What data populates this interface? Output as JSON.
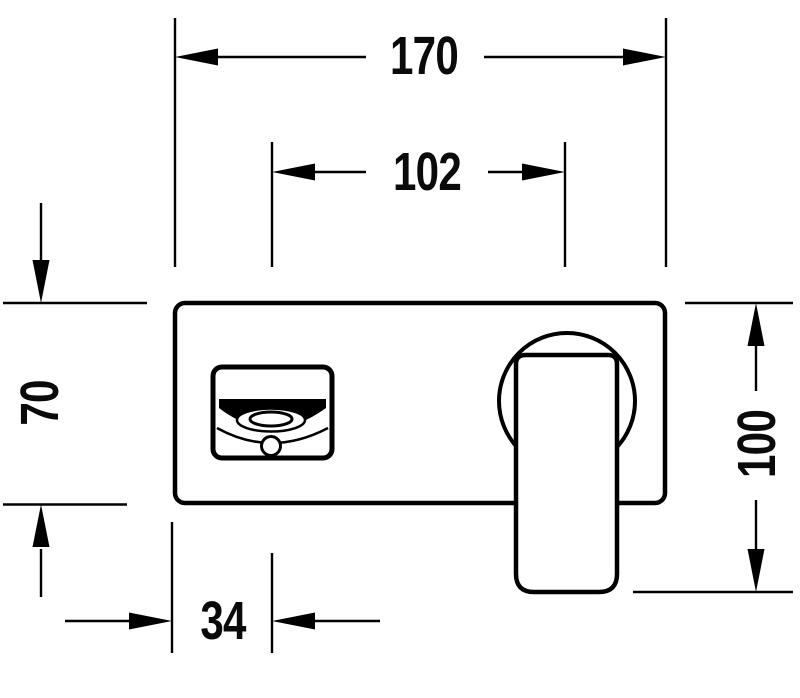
{
  "drawing": {
    "kind": "technical dimension drawing",
    "view": "front view of wall-mounted single-lever basin mixer",
    "colors": {
      "line": "#000000",
      "background": "#ffffff"
    },
    "dimensions": {
      "plate_width": "170",
      "spout_to_handle": "102",
      "plate_height": "70",
      "handle_overall_height": "100",
      "edge_to_spout": "34"
    },
    "parts": [
      "wall-plate",
      "spout",
      "aerator",
      "handle-escutcheon",
      "lever-handle"
    ]
  }
}
